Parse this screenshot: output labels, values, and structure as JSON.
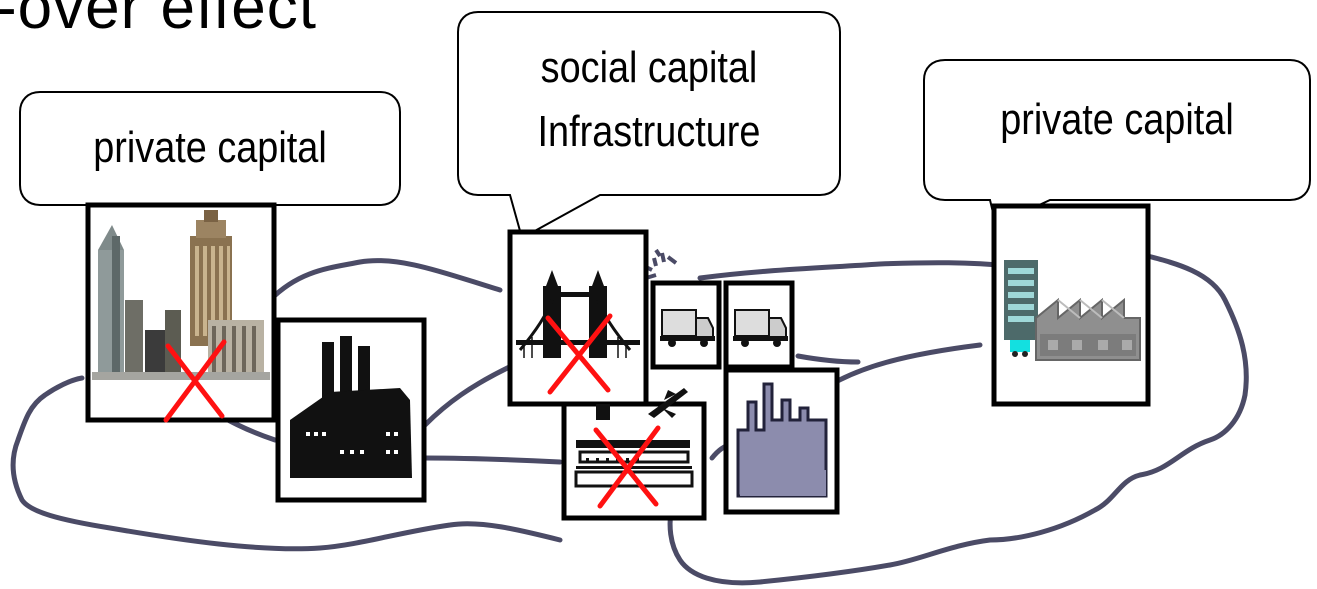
{
  "title": "-over effect",
  "callouts": [
    {
      "id": "left",
      "lines": [
        "private capital"
      ]
    },
    {
      "id": "center",
      "lines": [
        "social capital",
        "Infrastructure"
      ]
    },
    {
      "id": "right",
      "lines": [
        "private capital"
      ]
    }
  ],
  "icons": [
    "city-skyscrapers-icon",
    "factory-icon",
    "tower-bridge-icon",
    "delivery-truck-icon",
    "delivery-truck-icon",
    "airport-icon",
    "airplane-icon",
    "industrial-plant-icon",
    "office-factory-complex-icon",
    "broken-link-icon",
    "cross-mark-icon"
  ],
  "colors": {
    "outline": "#4b4b66",
    "cross": "#ff1111",
    "frame": "#000000",
    "plant_fill": "#8c8cad"
  }
}
